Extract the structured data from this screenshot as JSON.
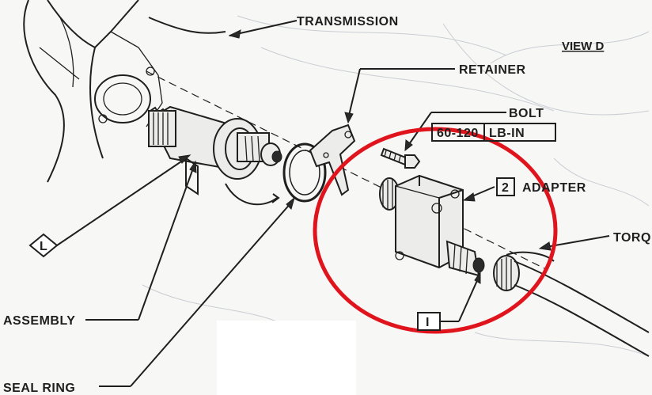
{
  "labels": {
    "transmission": "TRANSMISSION",
    "view": "VIEW D",
    "retainer": "RETAINER",
    "bolt": "BOLT",
    "bolt_spec_value": "60-120",
    "bolt_spec_unit": "LB-IN",
    "adapter_num": "2",
    "adapter": "ADAPTER",
    "torq": "TORQ",
    "callout_l": "L",
    "assembly": "ASSEMBLY",
    "callout_1": "I",
    "seal_ring": "SEAL RING"
  },
  "highlight": {
    "shape": "circle",
    "color": "#e0141c"
  }
}
